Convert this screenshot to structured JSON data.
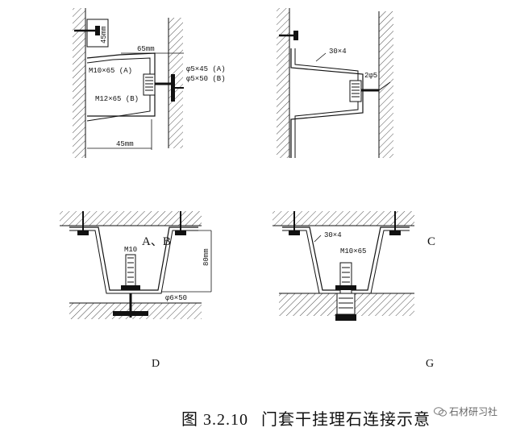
{
  "panels": {
    "top_left": {
      "dim_top": "65mm",
      "dim_side": "45mm",
      "dim_bottom": "45mm",
      "bolt_a": "M10×65 (A)",
      "bolt_b": "M12×65 (B)",
      "anchor_a": "φ5×45 (A)",
      "anchor_b": "φ5×50 (B)"
    },
    "top_right": {
      "plate": "30×4",
      "hole": "2φ5"
    },
    "bottom_left": {
      "bolt": "M10",
      "variant": "A、B",
      "height": "80mm",
      "anchor": "φ6×50",
      "letter": "D"
    },
    "bottom_right": {
      "plate": "30×4",
      "bolt": "M10×65",
      "variant": "C",
      "letter": "G"
    }
  },
  "caption": {
    "number": "图 3.2.10",
    "title": "门套干挂理石连接示意"
  },
  "watermark": {
    "icon": "wechat-icon",
    "text": "石材研习社"
  }
}
